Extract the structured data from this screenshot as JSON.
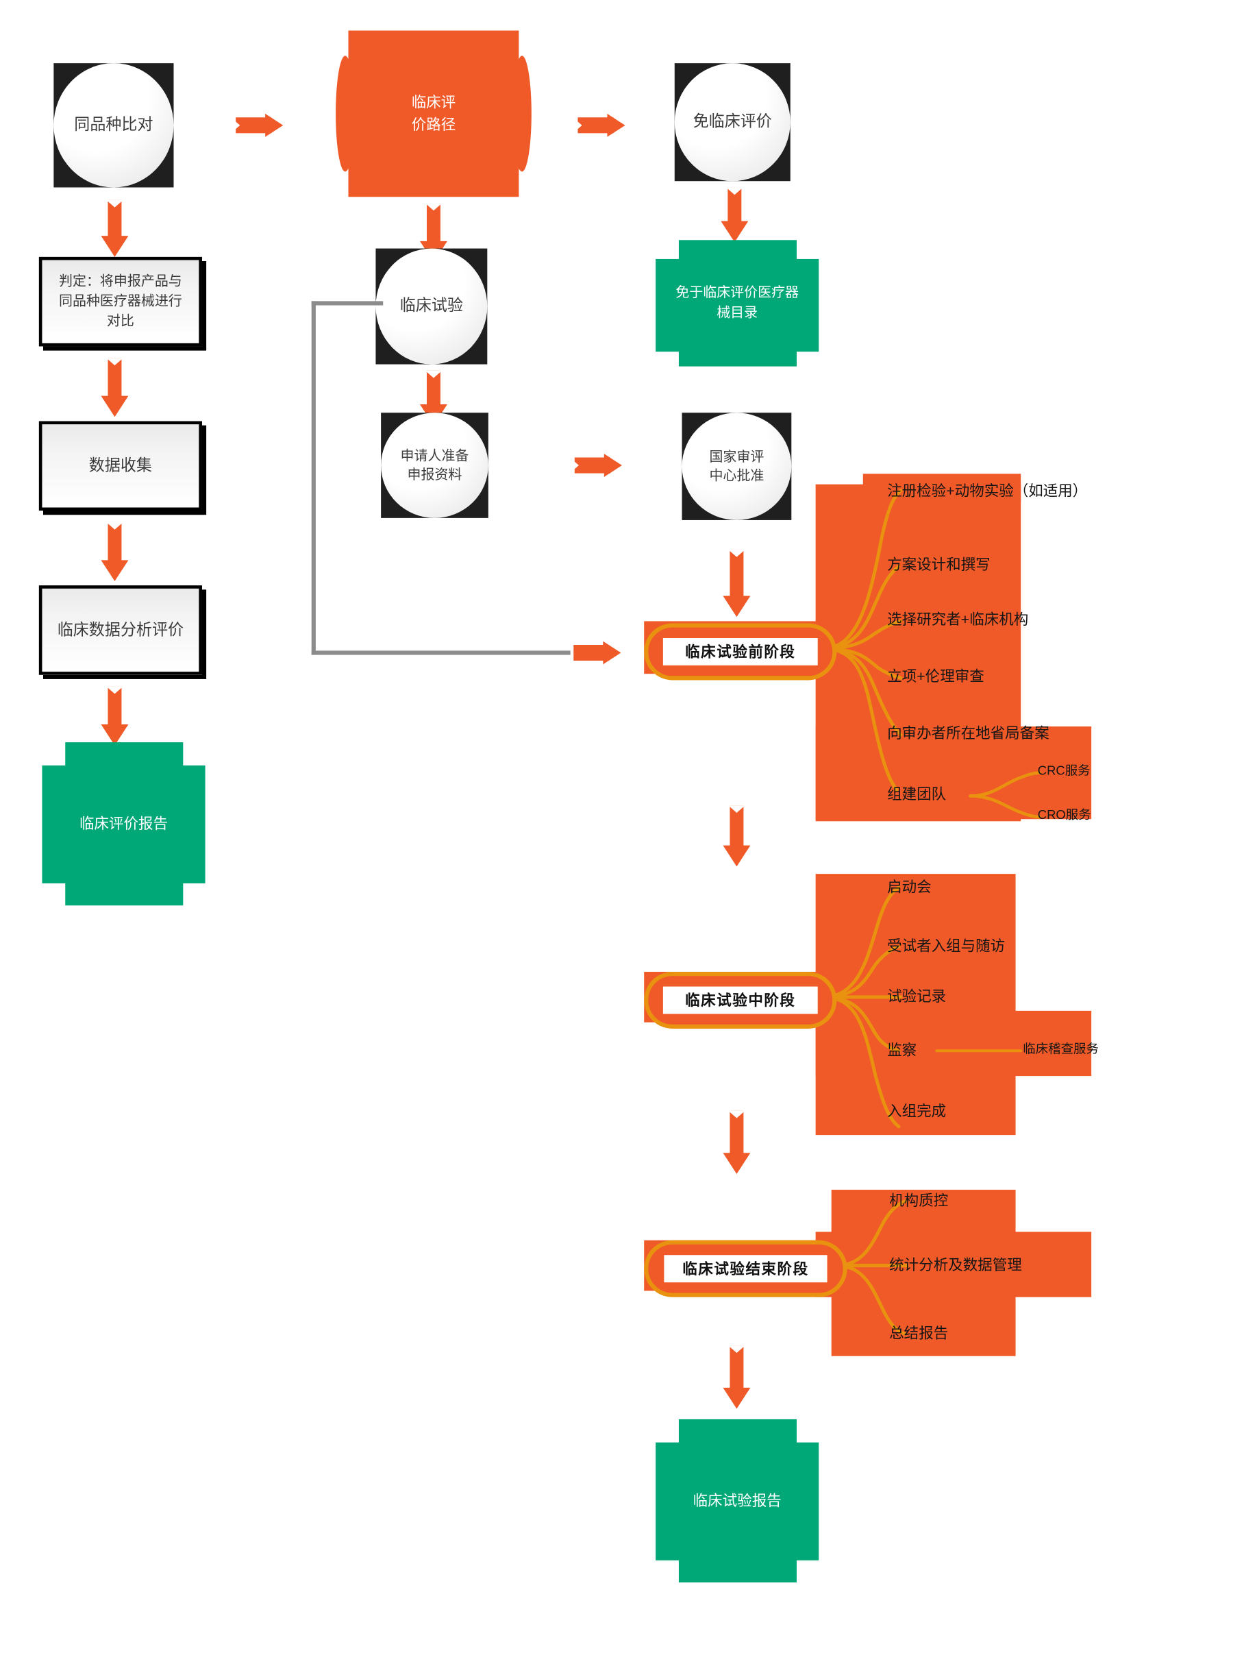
{
  "diagram": {
    "title_nodes": {
      "path_root": "临床评\n价路径"
    },
    "left_branch": {
      "start_node": "同品种比对",
      "steps": [
        "判定：将申报产品与同品种医疗器械进行对比",
        "数据收集",
        "临床数据分析评价"
      ],
      "result": "临床评价报告"
    },
    "center_branch": {
      "root": "临床评价路径",
      "root_display": "临床评\n价路径",
      "trial_node": "临床试验",
      "dossier_node": "申请人准备\n申报资料"
    },
    "right_branch": {
      "exempt_node": "免临床评价",
      "exempt_catalog": "免于临床评价医疗器\n械目录",
      "approval_node": "国家审评\n中心批准",
      "final_report": "临床试验报告"
    },
    "stages": [
      {
        "id": "pre",
        "title": "临床试验前阶段",
        "branches": [
          "注册检验+动物实验（如适用）",
          "方案设计和撰写",
          "选择研究者+临床机构",
          "立项+伦理审查",
          "向审办者所在地省局备案",
          "组建团队"
        ],
        "sub_branches": {
          "parent": "组建团队",
          "items": [
            "CRC服务",
            "CRO服务"
          ]
        }
      },
      {
        "id": "mid",
        "title": "临床试验中阶段",
        "branches": [
          "启动会",
          "受试者入组与随访",
          "试验记录",
          "监察",
          "入组完成"
        ],
        "sub_branches": {
          "parent": "监察",
          "items": [
            "临床稽查服务"
          ]
        }
      },
      {
        "id": "end",
        "title": "临床试验结束阶段",
        "branches": [
          "机构质控",
          "统计分析及数据管理",
          "总结报告"
        ],
        "sub_branches": null
      }
    ],
    "colors": {
      "orange": "#f05a28",
      "orange_border": "#e8920f",
      "green": "#00a878",
      "node_black": "#1f1f1f",
      "grey_line": "#8c8c8c",
      "text_dark": "#3a3a3a"
    }
  }
}
